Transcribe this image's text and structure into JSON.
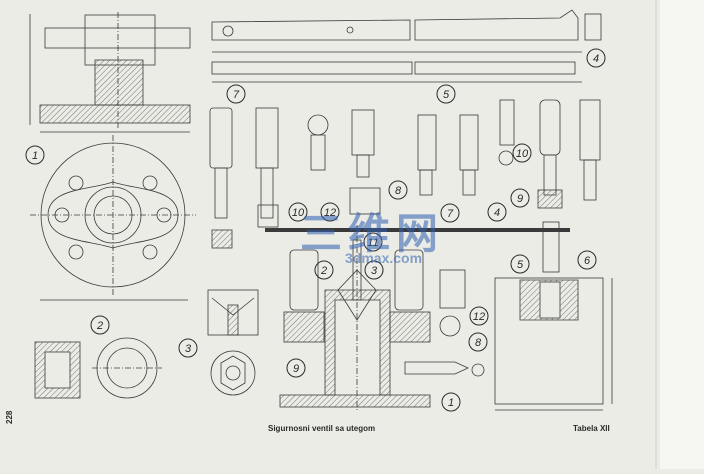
{
  "caption": "Sigurnosni ventil sa utegom",
  "table_label": "Tabela XII",
  "page_number": "228",
  "watermark": {
    "cn_text": "三维网",
    "url_text": "3dmax.com"
  },
  "part_numbers": [
    "1",
    "2",
    "3",
    "4",
    "5",
    "6",
    "7",
    "8",
    "9",
    "10",
    "11",
    "12"
  ],
  "colors": {
    "paper": "#ecece6",
    "ink": "#3a3a3a",
    "hatch": "#555555",
    "watermark": "#2f5fb0"
  }
}
